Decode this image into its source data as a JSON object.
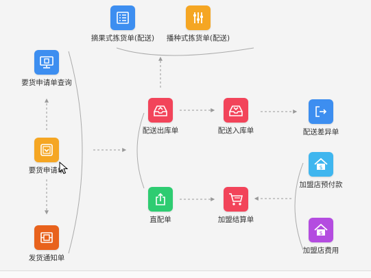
{
  "nodes": {
    "picking_bill": "摘果式拣货单(配送)",
    "sowing_bill": "播种式拣货单(配送)",
    "request_query": "要货申请单查询",
    "request_bill": "要货申请单",
    "shipping_notice": "发货通知单",
    "delivery_out": "配送出库单",
    "delivery_in": "配送入库单",
    "delivery_diff": "配送差异单",
    "direct_bill": "直配单",
    "franchise_settlement": "加盟结算单",
    "franchise_prepay": "加盟店预付款",
    "franchise_fee": "加盟店费用"
  },
  "colors": {
    "blue": "#3d8ef0",
    "orange": "#f5a623",
    "dark_orange": "#e8621c",
    "red": "#f2445a",
    "green": "#2ecc71",
    "light_blue": "#3fb6ef",
    "purple": "#b44ce0"
  }
}
